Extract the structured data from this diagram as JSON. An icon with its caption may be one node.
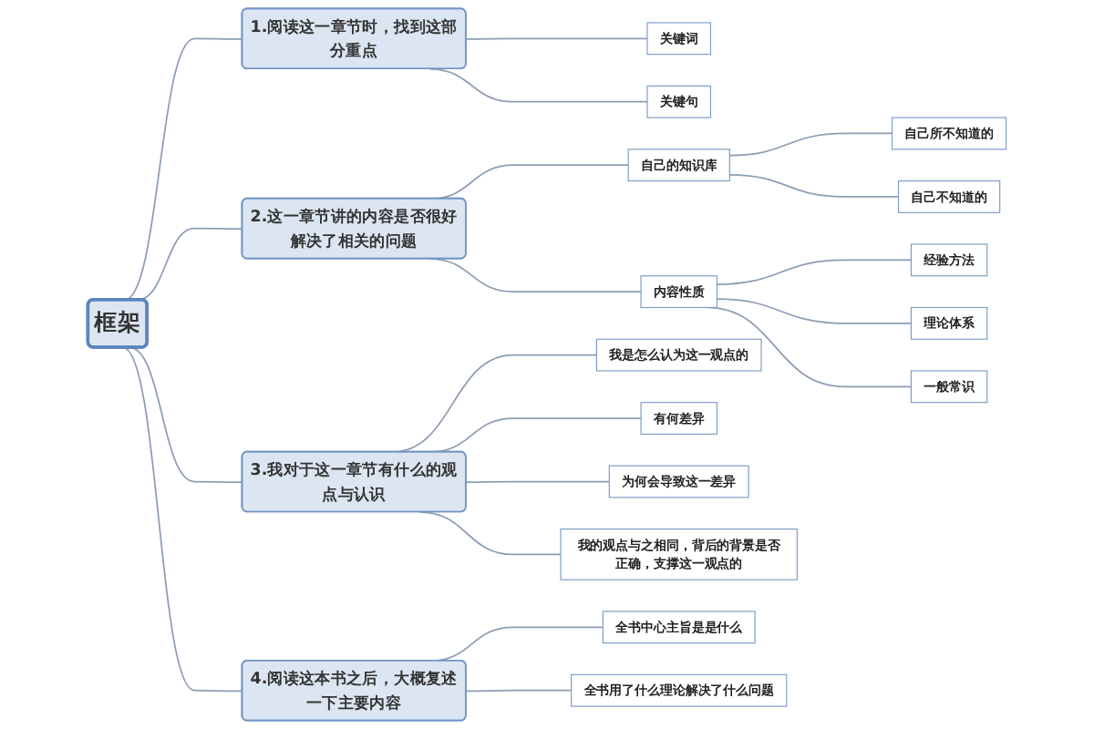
{
  "diagram": {
    "nodes": [
      {
        "text": [
          "框架"
        ]
      },
      {
        "text": [
          "1.阅读这一章节时，找到这部分重点"
        ]
      },
      {
        "text": [
          "关键词"
        ]
      },
      {
        "text": [
          "关键句"
        ]
      },
      {
        "text": [
          "2.这一章节讲的内容是否很好解决了相关的问题"
        ]
      },
      {
        "text": [
          "自己的知识库"
        ]
      },
      {
        "text": [
          "自己所不知道的"
        ]
      },
      {
        "text": [
          "自己不知道的"
        ]
      },
      {
        "text": [
          "内容性质"
        ]
      },
      {
        "text": [
          "经验方法"
        ]
      },
      {
        "text": [
          "理论体系"
        ]
      },
      {
        "text": [
          "一般常识"
        ]
      },
      {
        "text": [
          "3.我对于这一章节有什么的观点与认识"
        ]
      },
      {
        "text": [
          "我是怎么认为这一观点的"
        ]
      },
      {
        "text": [
          "有何差异"
        ]
      },
      {
        "text": [
          "为何会导致这一差异"
        ]
      },
      {
        "text": [
          "我的观点与之相同，背后的背景是否正确，支撑这一观点的"
        ]
      },
      {
        "text": [
          "4.阅读这本书之后，大概复述一下主要内容"
        ]
      },
      {
        "text": [
          "全书中心主旨是是什么"
        ]
      },
      {
        "text": [
          "全书用了什么理论解决了什么问题"
        ]
      }
    ],
    "edges": [
      {
        "from": 0,
        "to": 1,
        "arrow": "none"
      },
      {
        "from": 1,
        "to": 2,
        "arrow": "none"
      },
      {
        "from": 1,
        "to": 3,
        "arrow": "none"
      },
      {
        "from": 0,
        "to": 4,
        "arrow": "none"
      },
      {
        "from": 4,
        "to": 5,
        "arrow": "none"
      },
      {
        "from": 5,
        "to": 6,
        "arrow": "none"
      },
      {
        "from": 5,
        "to": 7,
        "arrow": "none"
      },
      {
        "from": 4,
        "to": 8,
        "arrow": "none"
      },
      {
        "from": 8,
        "to": 9,
        "arrow": "none"
      },
      {
        "from": 8,
        "to": 10,
        "arrow": "none"
      },
      {
        "from": 8,
        "to": 11,
        "arrow": "none"
      },
      {
        "from": 0,
        "to": 12,
        "arrow": "none"
      },
      {
        "from": 12,
        "to": 13,
        "arrow": "none"
      },
      {
        "from": 12,
        "to": 14,
        "arrow": "none"
      },
      {
        "from": 12,
        "to": 15,
        "arrow": "none"
      },
      {
        "from": 12,
        "to": 16,
        "arrow": "none"
      },
      {
        "from": 0,
        "to": 17,
        "arrow": "none"
      },
      {
        "from": 17,
        "to": 18,
        "arrow": "none"
      },
      {
        "from": 17,
        "to": 19,
        "arrow": "none"
      }
    ]
  }
}
